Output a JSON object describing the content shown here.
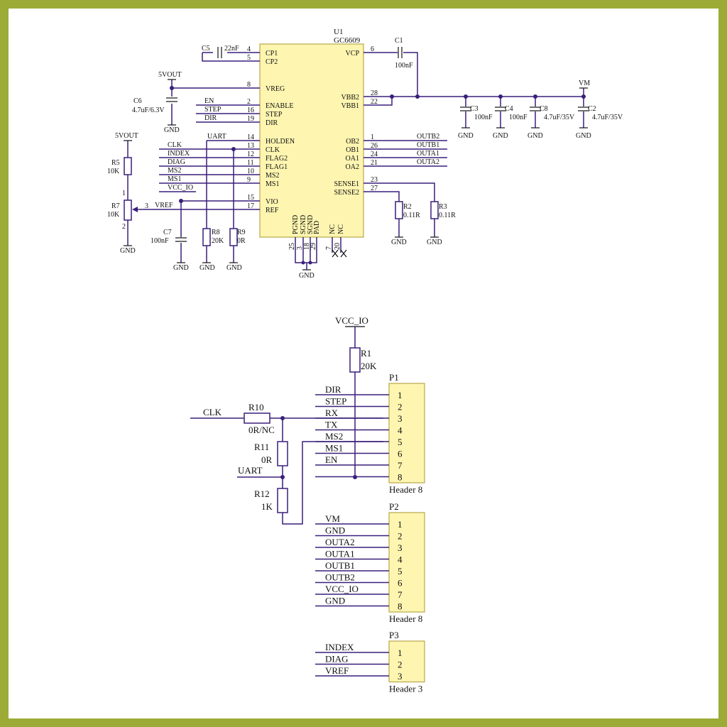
{
  "u1": {
    "ref": "U1",
    "part": "GC6609",
    "left_pins": [
      {
        "num": "4",
        "name": "CP1"
      },
      {
        "num": "5",
        "name": "CP2"
      },
      {
        "num": "8",
        "name": "VREG"
      },
      {
        "num": "2",
        "name": "ENABLE"
      },
      {
        "num": "16",
        "name": "STEP"
      },
      {
        "num": "19",
        "name": "DIR"
      },
      {
        "num": "14",
        "name": "HOLDEN"
      },
      {
        "num": "13",
        "name": "CLK"
      },
      {
        "num": "12",
        "name": "FLAG2"
      },
      {
        "num": "11",
        "name": "FLAG1"
      },
      {
        "num": "10",
        "name": "MS2"
      },
      {
        "num": "9",
        "name": "MS1"
      },
      {
        "num": "15",
        "name": "VIO"
      },
      {
        "num": "17",
        "name": "REF"
      }
    ],
    "right_pins": [
      {
        "num": "6",
        "name": "VCP"
      },
      {
        "num": "28",
        "name": "VBB2"
      },
      {
        "num": "22",
        "name": "VBB1"
      },
      {
        "num": "1",
        "name": "OB2"
      },
      {
        "num": "26",
        "name": "OB1"
      },
      {
        "num": "24",
        "name": "OA1"
      },
      {
        "num": "21",
        "name": "OA2"
      },
      {
        "num": "23",
        "name": "SENSE1"
      },
      {
        "num": "27",
        "name": "SENSE2"
      }
    ],
    "bottom_pins": [
      {
        "num": "25",
        "name": "PGND"
      },
      {
        "num": "3",
        "name": "SGND"
      },
      {
        "num": "18",
        "name": "SGND"
      },
      {
        "num": "29",
        "name": "PAD"
      },
      {
        "num": "7",
        "name": "NC"
      },
      {
        "num": "20",
        "name": "NC"
      }
    ]
  },
  "nets_left": [
    "EN",
    "STEP",
    "DIR",
    "UART",
    "CLK",
    "INDEX",
    "DIAG",
    "MS2",
    "MS1",
    "VCC_IO",
    "VREF"
  ],
  "nets_right": [
    "OUTB2",
    "OUTB1",
    "OUTA1",
    "OUTA2"
  ],
  "components": {
    "c5": {
      "ref": "C5",
      "val": "22nF"
    },
    "c1": {
      "ref": "C1",
      "val": "100nF"
    },
    "c6": {
      "ref": "C6",
      "val": "4.7uF/6.3V"
    },
    "c3": {
      "ref": "C3",
      "val": "100nF"
    },
    "c4": {
      "ref": "C4",
      "val": "100nF"
    },
    "c8": {
      "ref": "C8",
      "val": "4.7uF/35V"
    },
    "c2": {
      "ref": "C2",
      "val": "4.7uF/35V"
    },
    "c7": {
      "ref": "C7",
      "val": "100nF"
    },
    "r5": {
      "ref": "R5",
      "val": "10K"
    },
    "r7": {
      "ref": "R7",
      "val": "10K"
    },
    "r8": {
      "ref": "R8",
      "val": "20K"
    },
    "r9": {
      "ref": "R9",
      "val": "0R"
    },
    "r2": {
      "ref": "R2",
      "val": "0.11R"
    },
    "r3": {
      "ref": "R3",
      "val": "0.11R"
    },
    "r1": {
      "ref": "R1",
      "val": "20K"
    },
    "r10": {
      "ref": "R10",
      "val": "0R/NC"
    },
    "r11": {
      "ref": "R11",
      "val": "0R"
    },
    "r12": {
      "ref": "R12",
      "val": "1K"
    }
  },
  "power": {
    "v5": "5VOUT",
    "vm": "VM",
    "gnd": "GND",
    "vccio": "VCC_IO"
  },
  "r7_pins": {
    "p1": "1",
    "p2": "2",
    "p3": "3"
  },
  "bottom": {
    "clk": "CLK",
    "uart": "UART"
  },
  "headers": [
    {
      "ref": "P1",
      "name": "Header 8",
      "nets": [
        "DIR",
        "STEP",
        "RX",
        "TX",
        "MS2",
        "MS1",
        "EN"
      ],
      "pins": [
        "1",
        "2",
        "3",
        "4",
        "5",
        "6",
        "7",
        "8"
      ]
    },
    {
      "ref": "P2",
      "name": "Header 8",
      "nets": [
        "VM",
        "GND",
        "OUTA2",
        "OUTA1",
        "OUTB1",
        "OUTB2",
        "VCC_IO",
        "GND"
      ],
      "pins": [
        "1",
        "2",
        "3",
        "4",
        "5",
        "6",
        "7",
        "8"
      ]
    },
    {
      "ref": "P3",
      "name": "Header 3",
      "nets": [
        "INDEX",
        "DIAG",
        "VREF"
      ],
      "pins": [
        "1",
        "2",
        "3"
      ]
    }
  ]
}
